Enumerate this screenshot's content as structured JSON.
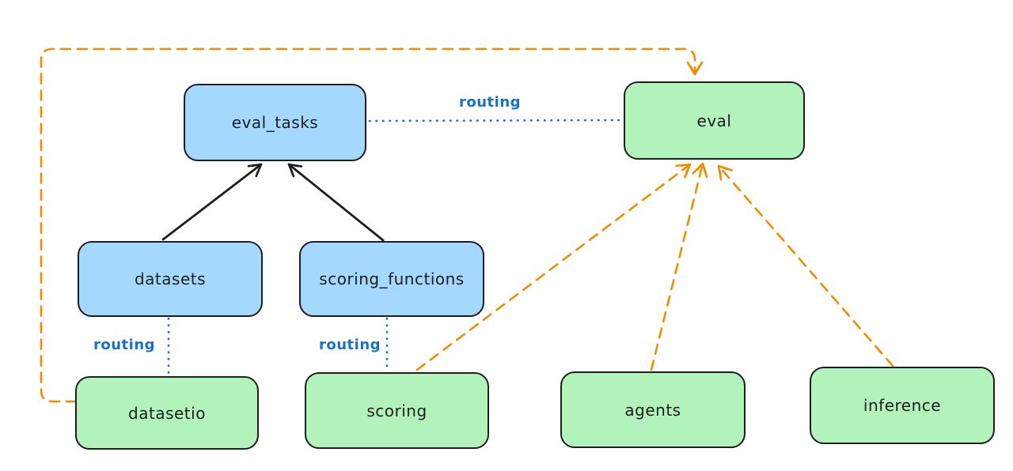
{
  "diagram": {
    "nodes": [
      {
        "id": "eval_tasks",
        "label": "eval_tasks",
        "kind": "api"
      },
      {
        "id": "eval",
        "label": "eval",
        "kind": "provider"
      },
      {
        "id": "datasets",
        "label": "datasets",
        "kind": "api"
      },
      {
        "id": "scoring_functions",
        "label": "scoring_functions",
        "kind": "api"
      },
      {
        "id": "datasetio",
        "label": "datasetio",
        "kind": "provider"
      },
      {
        "id": "scoring",
        "label": "scoring",
        "kind": "provider"
      },
      {
        "id": "agents",
        "label": "agents",
        "kind": "provider"
      },
      {
        "id": "inference",
        "label": "inference",
        "kind": "provider"
      }
    ],
    "edge_labels": [
      {
        "text": "routing",
        "edge": "eval_tasks-eval"
      },
      {
        "text": "routing",
        "edge": "datasets-datasetio"
      },
      {
        "text": "routing",
        "edge": "scoring_functions-scoring"
      }
    ],
    "edges": [
      {
        "from": "datasets",
        "to": "eval_tasks",
        "style": "solid",
        "color": "#1e1e1e"
      },
      {
        "from": "scoring_functions",
        "to": "eval_tasks",
        "style": "solid",
        "color": "#1e1e1e"
      },
      {
        "from": "eval_tasks",
        "to": "eval",
        "style": "dotted",
        "color": "#1971c2",
        "label": "routing"
      },
      {
        "from": "datasets",
        "to": "datasetio",
        "style": "dotted",
        "color": "#1971c2",
        "label": "routing"
      },
      {
        "from": "scoring_functions",
        "to": "scoring",
        "style": "dotted",
        "color": "#1971c2",
        "label": "routing"
      },
      {
        "from": "datasetio",
        "to": "eval",
        "style": "dashed",
        "color": "#f08c00"
      },
      {
        "from": "scoring",
        "to": "eval",
        "style": "dashed",
        "color": "#f08c00"
      },
      {
        "from": "agents",
        "to": "eval",
        "style": "dashed",
        "color": "#f08c00"
      },
      {
        "from": "inference",
        "to": "eval",
        "style": "dashed",
        "color": "#f08c00"
      }
    ],
    "colors": {
      "api_fill": "#a5d8ff",
      "provider_fill": "#b2f2bb",
      "stroke": "#1e1e1e",
      "routing_blue": "#1971c2",
      "impl_orange": "#f08c00",
      "background": "#ffffff"
    }
  }
}
